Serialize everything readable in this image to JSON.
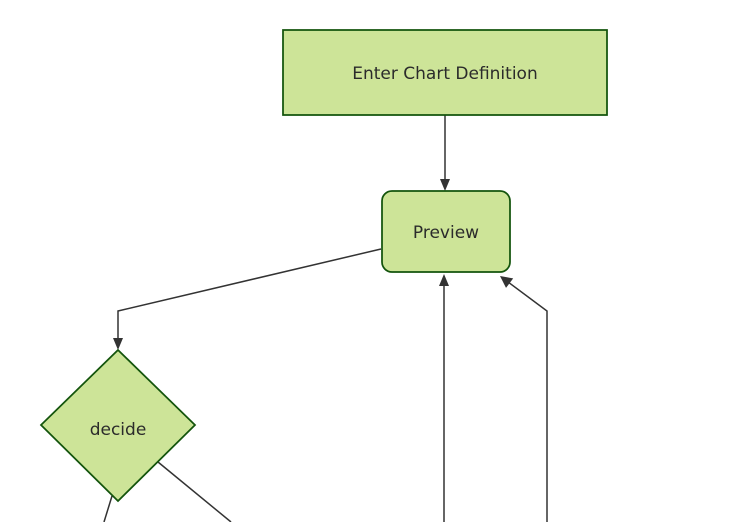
{
  "diagram": {
    "kind": "flowchart",
    "direction": "top-down",
    "theme": "forest",
    "nodes": [
      {
        "id": "enter-chart-definition",
        "label": "Enter Chart Definition",
        "shape": "rectangle"
      },
      {
        "id": "preview",
        "label": "Preview",
        "shape": "rounded-rectangle"
      },
      {
        "id": "decide",
        "label": "decide",
        "shape": "diamond"
      }
    ],
    "edges": [
      {
        "from": "enter-chart-definition",
        "to": "preview",
        "arrow": true
      },
      {
        "from": "preview",
        "to": "decide",
        "arrow": true
      },
      {
        "from": "decide",
        "to": "offscreen-bottom-left",
        "arrow": false
      },
      {
        "from": "decide",
        "to": "offscreen-bottom-center",
        "arrow": false
      },
      {
        "from": "offscreen-bottom",
        "to": "preview",
        "arrow": true
      },
      {
        "from": "offscreen-bottom-right",
        "to": "preview",
        "arrow": true
      }
    ]
  },
  "colors": {
    "background": "#ffffff",
    "node_fill": "#cde498",
    "node_border": "#13540c",
    "edge_line": "#333333",
    "arrowhead": "#333333",
    "text": "#2b2b2b"
  }
}
